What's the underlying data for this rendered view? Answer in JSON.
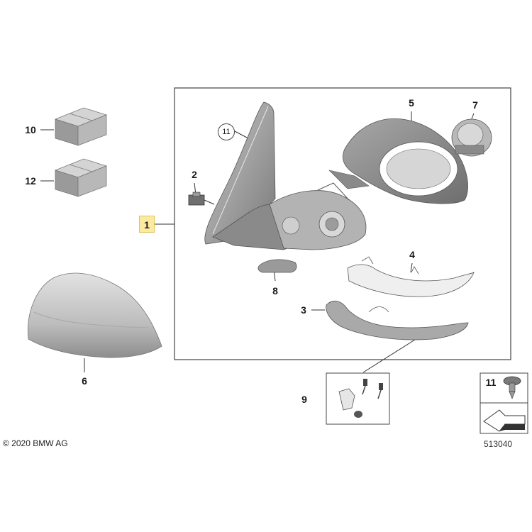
{
  "callouts": {
    "c1": "1",
    "c2": "2",
    "c3": "3",
    "c4": "4",
    "c5": "5",
    "c6": "6",
    "c7": "7",
    "c8": "8",
    "c9": "9",
    "c10": "10",
    "c11": "11",
    "c12": "12"
  },
  "circled_label": "11",
  "copyright": "© 2020 BMW AG",
  "diagram_number": "513040",
  "colors": {
    "selected_callout": "#fbeaa0",
    "line": "#333333"
  },
  "icons": [
    "screw-icon",
    "arrow-pointer-icon"
  ]
}
